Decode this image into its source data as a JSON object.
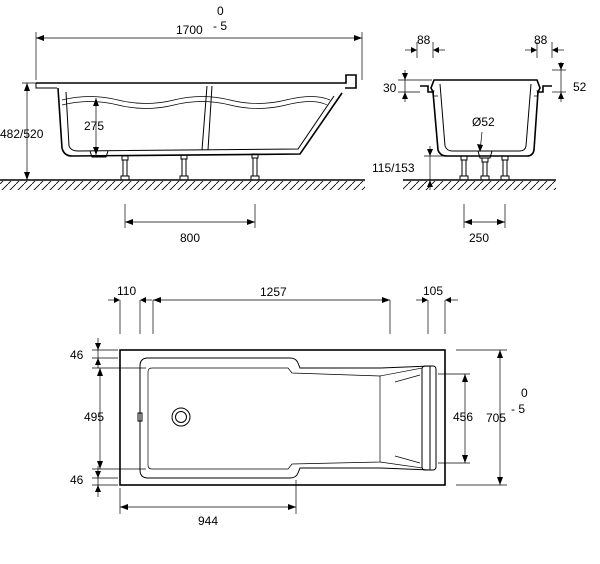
{
  "dimensions": {
    "side_length": "1700",
    "side_length_tol_upper": "0",
    "side_length_tol_lower": "- 5",
    "side_height": "482/520",
    "side_inner_depth": "275",
    "side_leg_spacing": "800",
    "end_rim_left": "88",
    "end_rim_right": "88",
    "end_rim_drop_left": "30",
    "end_rim_drop_right": "52",
    "end_drain_diameter": "Ø52",
    "end_leg_height": "115/153",
    "end_leg_spacing": "250",
    "plan_left_offset": "110",
    "plan_basin_length": "1257",
    "plan_right_offset": "105",
    "plan_edge_top": "46",
    "plan_basin_width": "495",
    "plan_edge_bottom": "46",
    "plan_rest_width": "456",
    "plan_width": "705",
    "plan_width_tol_upper": "0",
    "plan_width_tol_lower": "- 5",
    "plan_bottom_length": "944"
  }
}
